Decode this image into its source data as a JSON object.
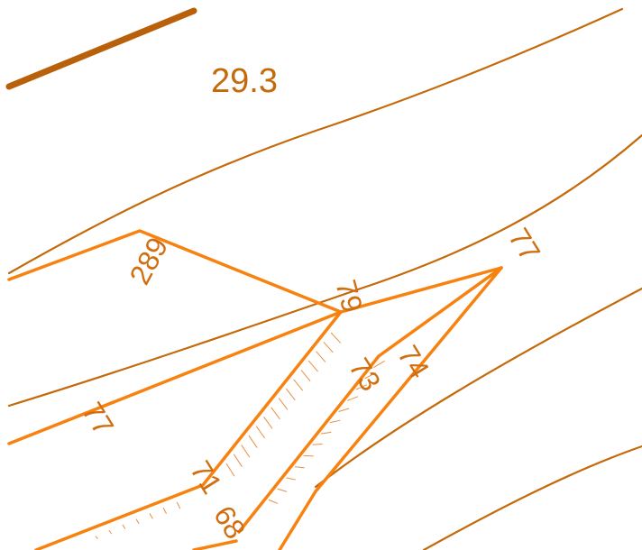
{
  "colors": {
    "background": "#ffffff",
    "contour": "#c46a0a",
    "index_contour": "#b8600a",
    "boundary": "#f7820f",
    "hatch": "#e89040",
    "label_contour": "#c46a0a",
    "label_boundary": "#d06e10"
  },
  "labels": {
    "elevation": "29.3",
    "parcel_289": "289",
    "parcel_79": "79",
    "parcel_77_top": "77",
    "parcel_77_left": "77",
    "parcel_73": "73",
    "parcel_74": "74",
    "parcel_71": "71",
    "parcel_68": "68"
  }
}
